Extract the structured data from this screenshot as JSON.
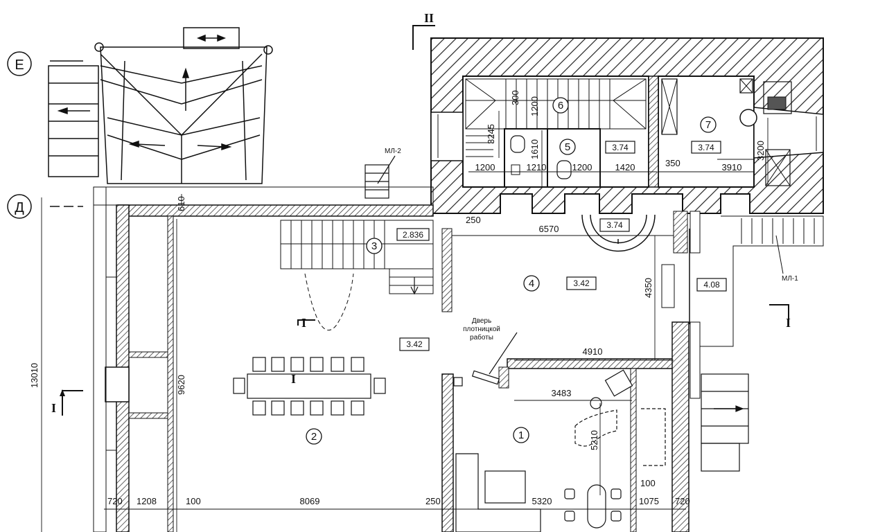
{
  "axes": {
    "e": "Е",
    "d": "Д"
  },
  "sections": {
    "ii": "II",
    "i_left": "I",
    "i_right": "I",
    "i_mid": "I",
    "i_table": "I"
  },
  "rooms": [
    "1",
    "2",
    "3",
    "4",
    "5",
    "6",
    "7"
  ],
  "heights": {
    "r2": "3.42",
    "r3": "2.836",
    "r4": "3.42",
    "hall": "3.74",
    "r5": "3.74",
    "r7": "3.74",
    "side": "4.08"
  },
  "dimensions": {
    "d610": "610",
    "d250_top": "250",
    "d6570": "6570",
    "d4350": "4350",
    "d4910": "4910",
    "d3483": "3483",
    "d5210": "5210",
    "d9620": "9620",
    "d13010": "13010",
    "d720_l": "720",
    "d1208": "1208",
    "d100_l": "100",
    "d8069": "8069",
    "d250_b": "250",
    "d5320": "5320",
    "d100_r": "100",
    "d1075": "1075",
    "d720_r": "720",
    "d300": "300",
    "d1200_v": "1200",
    "d3245": "3245",
    "d1610": "1610",
    "d1200_a": "1200",
    "d1210": "1210",
    "d1200_b": "1200",
    "d1420": "1420",
    "d350": "350",
    "d3910": "3910",
    "d3200": "3200"
  },
  "labels": {
    "ml2": "МЛ-2",
    "ml1": "МЛ-1",
    "door_1": "Дверь",
    "door_2": "плотницкой",
    "door_3": "работы"
  }
}
